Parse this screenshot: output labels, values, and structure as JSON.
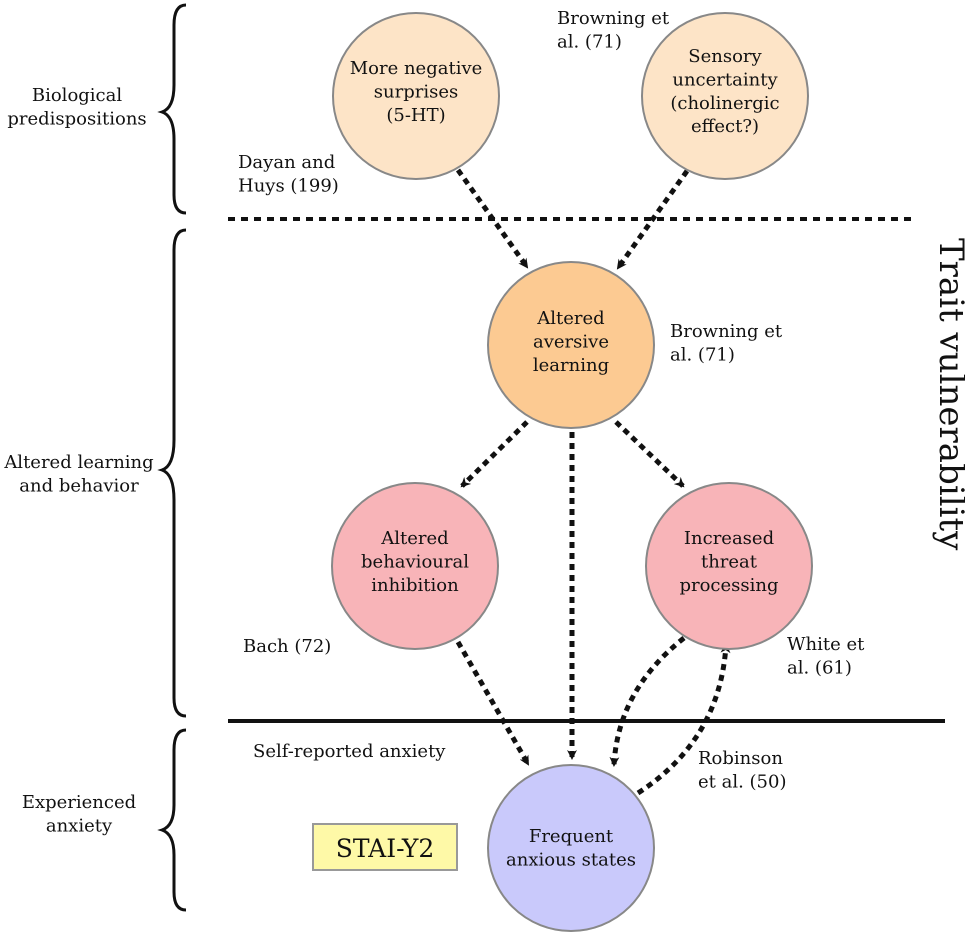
{
  "levels": [
    {
      "label": "Biological\npredispositions"
    },
    {
      "label": "Altered learning\nand behavior"
    },
    {
      "label": "Experienced\nanxiety"
    }
  ],
  "side_title": "Trait vulnerability",
  "nodes": {
    "negative_surprises": {
      "text": "More negative\nsurprises\n(5-HT)",
      "fill": "#fde4c7"
    },
    "sensory_uncertainty": {
      "text": "Sensory\nuncertainty\n(cholinergic\neffect?)",
      "fill": "#fde4c7"
    },
    "aversive_learning": {
      "text": "Altered\naversive\nlearning",
      "fill": "#fcca92"
    },
    "behavioural_inhibition": {
      "text": "Altered\nbehavioural\ninhibition",
      "fill": "#f8b4b8"
    },
    "threat_processing": {
      "text": "Increased\nthreat\nprocessing",
      "fill": "#f8b4b8"
    },
    "anxious_states": {
      "text": "Frequent\nanxious states",
      "fill": "#c9c9fb"
    }
  },
  "citations": {
    "dayan_huys": "Dayan and\nHuys (199)",
    "browning_top": "Browning et\nal. (71)",
    "browning_mid": "Browning et\nal. (71)",
    "bach": "Bach (72)",
    "white": "White et\nal. (61)",
    "robinson": "Robinson\net al. (50)"
  },
  "self_reported": "Self-reported anxiety",
  "stai_box": {
    "label": "STAI-Y2",
    "fill": "#fef9a7"
  }
}
